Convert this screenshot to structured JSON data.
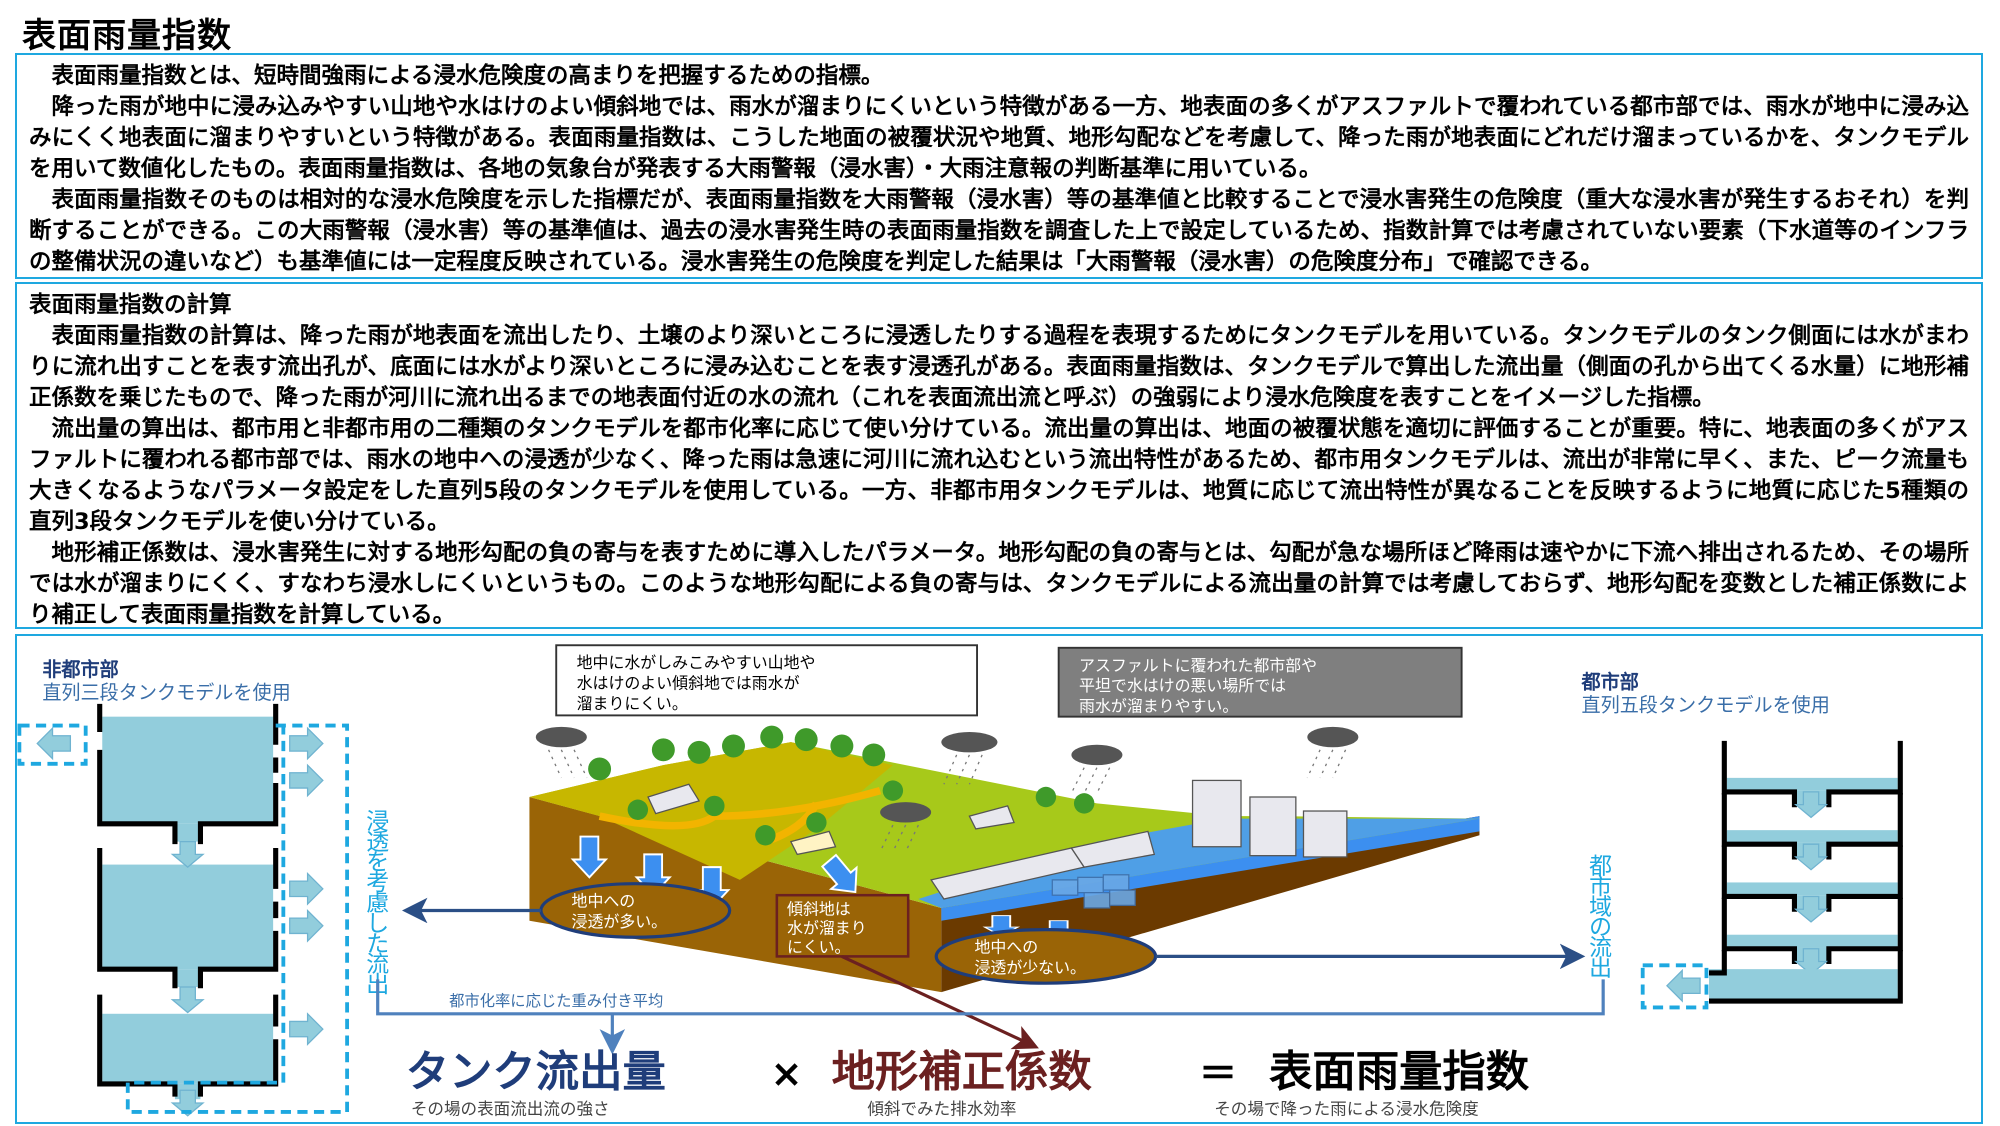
{
  "title": "表面雨量指数",
  "intro": {
    "paragraphs": [
      "表面雨量指数とは、短時間強雨による浸水危険度の高まりを把握するための指標。",
      "降った雨が地中に浸み込みやすい山地や水はけのよい傾斜地では、雨水が溜まりにくいという特徴がある一方、地表面の多くがアスファルトで覆われている都市部では、雨水が地中に浸み込みにくく地表面に溜まりやすいという特徴がある。表面雨量指数は、こうした地面の被覆状況や地質、地形勾配などを考慮して、降った雨が地表面にどれだけ溜まっているかを、タンクモデルを用いて数値化したもの。表面雨量指数は、各地の気象台が発表する大雨警報（浸水害）・大雨注意報の判断基準に用いている。",
      "表面雨量指数そのものは相対的な浸水危険度を示した指標だが、表面雨量指数を大雨警報（浸水害）等の基準値と比較することで浸水害発生の危険度（重大な浸水害が発生するおそれ）を判断することができる。この大雨警報（浸水害）等の基準値は、過去の浸水害発生時の表面雨量指数を調査した上で設定しているため、指数計算では考慮されていない要素（下水道等のインフラの整備状況の違いなど）も基準値には一定程度反映されている。浸水害発生の危険度を判定した結果は「大雨警報（浸水害）の危険度分布」で確認できる。"
    ]
  },
  "calc": {
    "heading": "表面雨量指数の計算",
    "paragraphs": [
      "表面雨量指数の計算は、降った雨が地表面を流出したり、土壌のより深いところに浸透したりする過程を表現するためにタンクモデルを用いている。タンクモデルのタンク側面には水がまわりに流れ出すことを表す流出孔が、底面には水がより深いところに浸み込むことを表す浸透孔がある。表面雨量指数は、タンクモデルで算出した流出量（側面の孔から出てくる水量）に地形補正係数を乗じたもので、降った雨が河川に流れ出るまでの地表面付近の水の流れ（これを表面流出流と呼ぶ）の強弱により浸水危険度を表すことをイメージした指標。",
      "流出量の算出は、都市用と非都市用の二種類のタンクモデルを都市化率に応じて使い分けている。流出量の算出は、地面の被覆状態を適切に評価することが重要。特に、地表面の多くがアスファルトに覆われる都市部では、雨水の地中への浸透が少なく、降った雨は急速に河川に流れ込むという流出特性があるため、都市用タンクモデルは、流出が非常に早く、また、ピーク流量も大きくなるようなパラメータ設定をした直列5段のタンクモデルを使用している。一方、非都市用タンクモデルは、地質に応じて流出特性が異なることを反映するように地質に応じた5種類の直列3段タンクモデルを使い分けている。",
      "地形補正係数は、浸水害発生に対する地形勾配の負の寄与を表すために導入したパラメータ。地形勾配の負の寄与とは、勾配が急な場所ほど降雨は速やかに下流へ排出されるため、その場所では水が溜まりにくく、すなわち浸水しにくいというもの。このような地形勾配による負の寄与は、タンクモデルによる流出量の計算では考慮しておらず、地形勾配を変数とした補正係数により補正して表面雨量指数を計算している。"
    ]
  },
  "diagram": {
    "nonurban_title": "非都市部",
    "nonurban_sub": "直列三段タンクモデルを使用",
    "urban_title": "都市部",
    "urban_sub": "直列五段タンクモデルを使用",
    "infiltration_flow_label": "浸透を考慮した流出",
    "urban_flow_label": "都市域の流出",
    "callout_mountain": [
      "地中に水がしみこみやすい山地や",
      "水はけのよい傾斜地では雨水が",
      "溜まりにくい。"
    ],
    "callout_urban": [
      "アスファルトに覆われた都市部や",
      "平坦で水はけの悪い場所では",
      "雨水が溜まりやすい。"
    ],
    "ellipse_more": [
      "地中への",
      "浸透が多い。"
    ],
    "ellipse_less": [
      "地中への",
      "浸透が少ない。"
    ],
    "slope_box": [
      "傾斜地は",
      "水が溜まり",
      "にくい。"
    ],
    "weighted_avg_label": "都市化率に応じた重み付き平均",
    "equation": {
      "term1": "タンク流出量",
      "times": "×",
      "term2": "地形補正係数",
      "equals": "＝",
      "result": "表面雨量指数",
      "term1_caption": "その場の表面流出流の強さ",
      "term2_caption": "傾斜でみた排水効率",
      "result_caption": "その場で降った雨による浸水危険度"
    }
  },
  "colors": {
    "border": "#1ea8e0",
    "navy": "#1f3d7a",
    "darkred": "#6b2020",
    "water": "#92cddc",
    "cyan_text": "#1ea8e0"
  }
}
